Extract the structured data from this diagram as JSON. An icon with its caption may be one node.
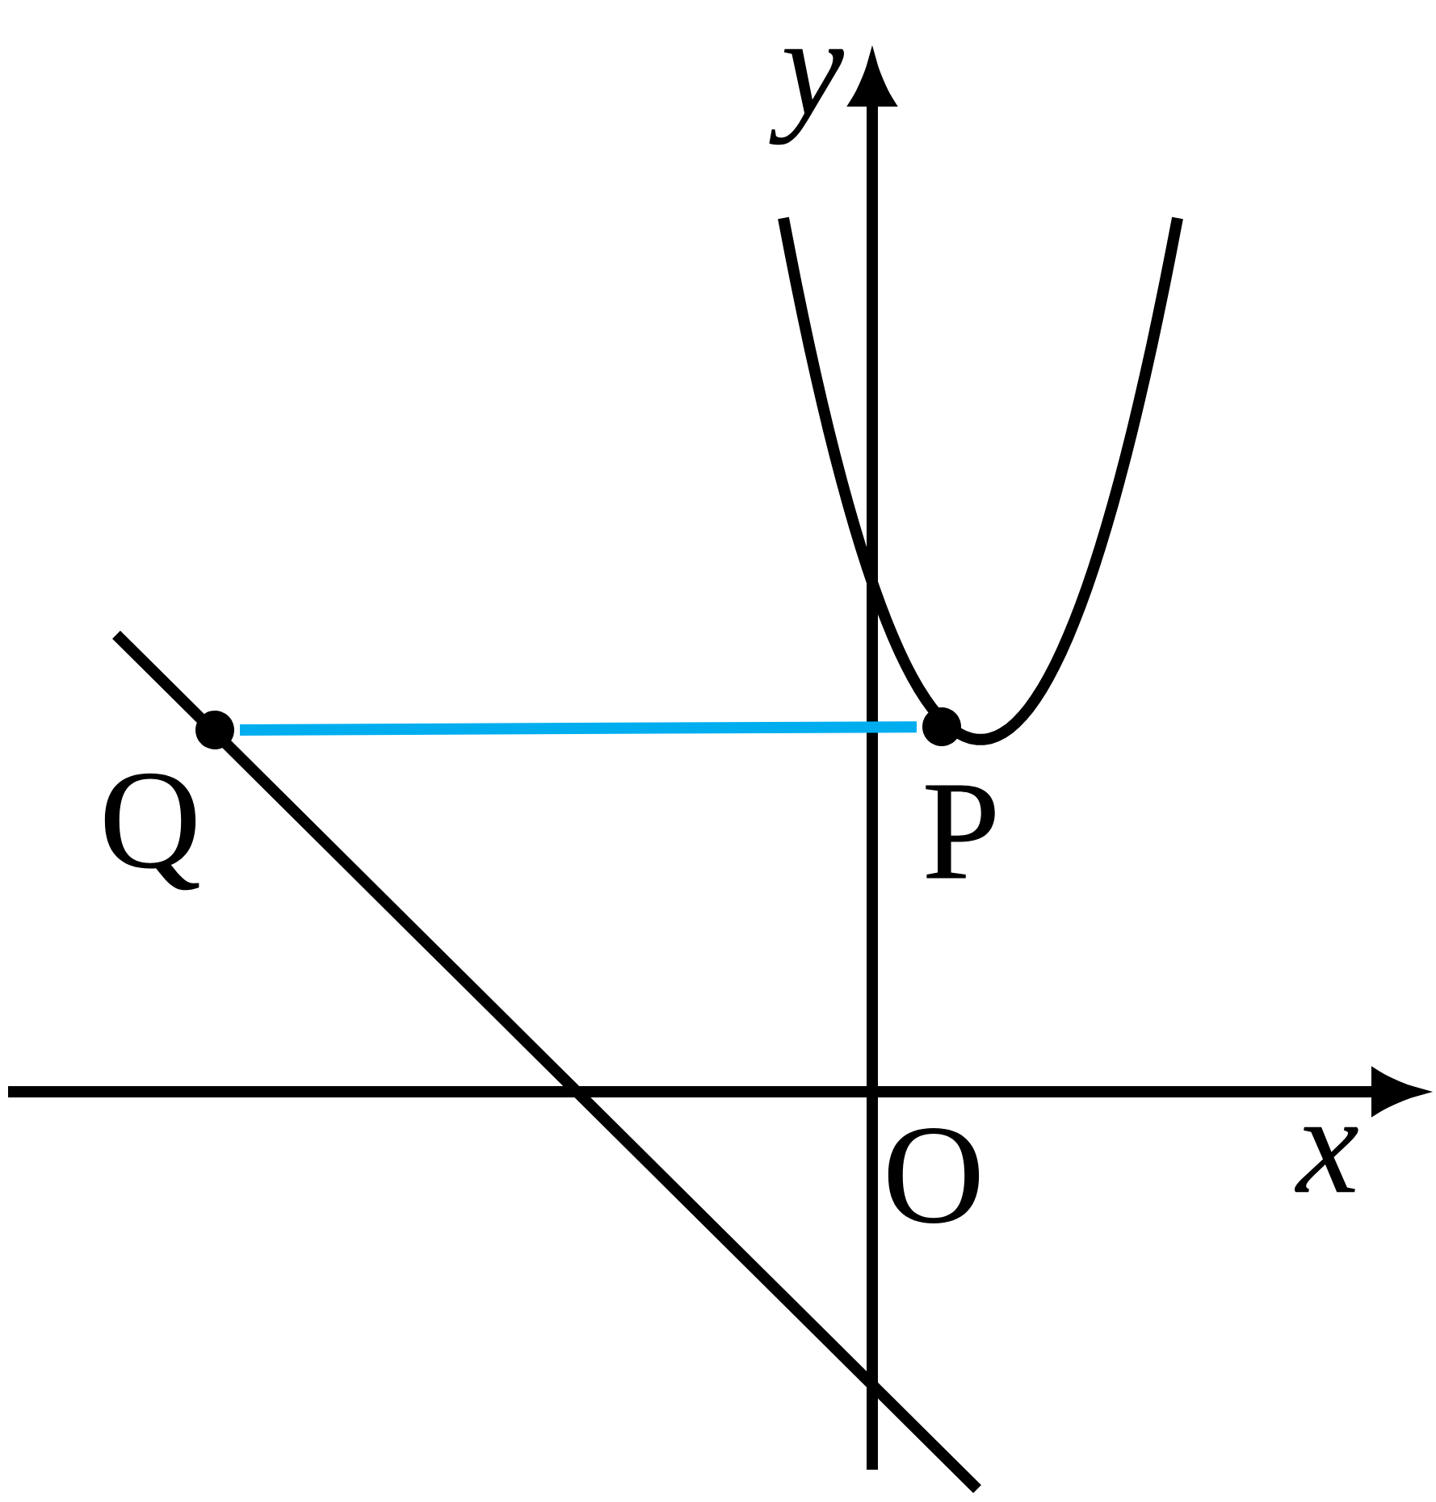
{
  "diagram": {
    "nodes": [
      {
        "text": [
          "Q"
        ]
      },
      {
        "text": [
          "P"
        ]
      }
    ],
    "edges": [
      {
        "from": 0,
        "to": 1,
        "arrow": "none",
        "color": "#00aeef"
      }
    ],
    "labels": [
      "y",
      "x",
      "O"
    ]
  }
}
